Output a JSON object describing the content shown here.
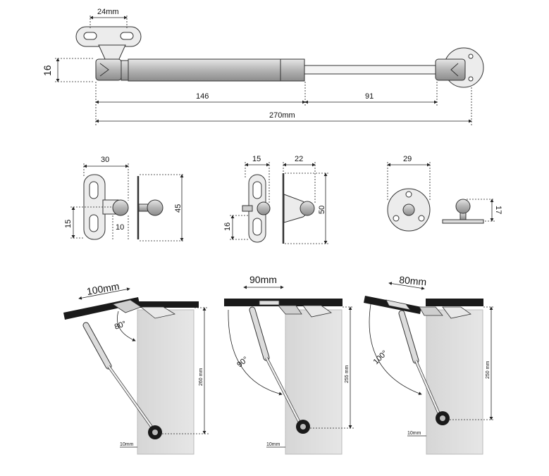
{
  "top_view": {
    "width_label": "24mm",
    "height_label": "16",
    "cylinder_label": "146",
    "rod_label": "91",
    "total_label": "270mm"
  },
  "bracket_a": {
    "width": "30",
    "height": "45",
    "hole_offset": "15",
    "ball_offset": "10"
  },
  "bracket_b": {
    "width_small": "15",
    "width_wedge": "22",
    "height": "50",
    "hole_offset": "16"
  },
  "bracket_c": {
    "diameter": "29",
    "ball_height": "17"
  },
  "install": [
    {
      "length": "100mm",
      "angle": "80°",
      "height": "260 mm",
      "offset": "10mm"
    },
    {
      "length": "90mm",
      "angle": "90°",
      "height": "255 mm",
      "offset": "10mm"
    },
    {
      "length": "80mm",
      "angle": "100°",
      "height": "250 mm",
      "offset": "10mm"
    }
  ],
  "colors": {
    "cylinder": "#c8c8c8",
    "cabinet": "#dcdcdc",
    "lid": "#1a1a1a"
  }
}
